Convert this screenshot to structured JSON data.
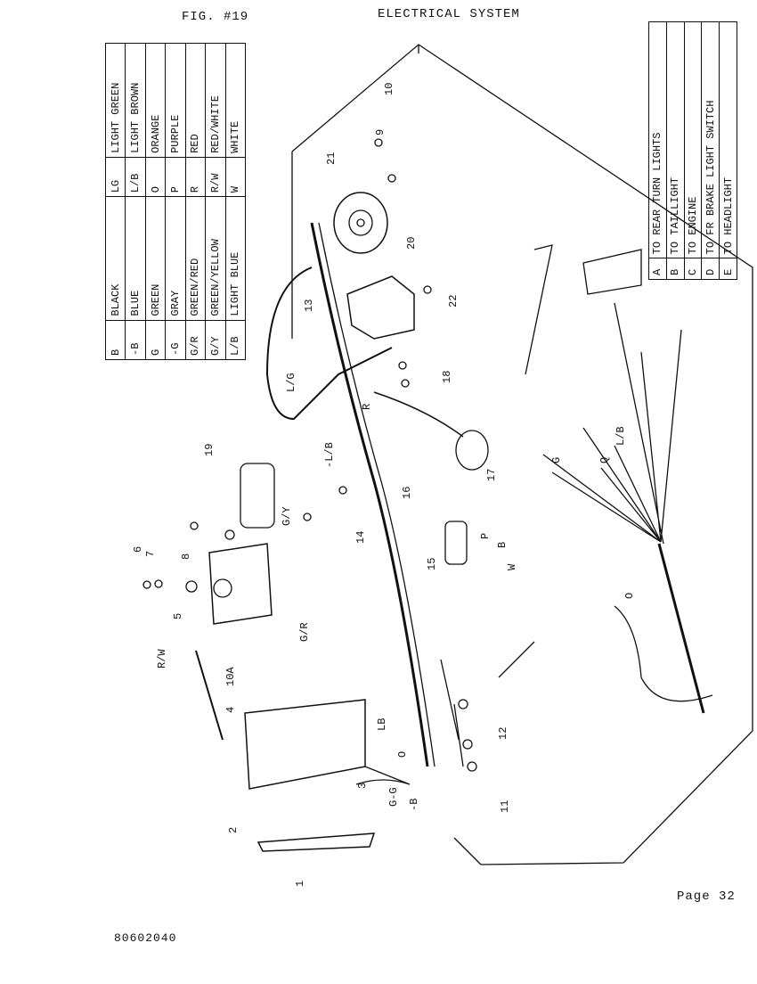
{
  "header": {
    "figure": "FIG. #19",
    "title": "ELECTRICAL SYSTEM"
  },
  "footer": {
    "page": "Page 32",
    "doc_number": "80602040"
  },
  "color_codes": [
    {
      "abbr": "B",
      "name": "BLACK",
      "abbr2": "LG",
      "name2": "LIGHT GREEN"
    },
    {
      "abbr": "-B",
      "name": "BLUE",
      "abbr2": "L/B",
      "name2": "LIGHT BROWN"
    },
    {
      "abbr": "G",
      "name": "GREEN",
      "abbr2": "O",
      "name2": "ORANGE"
    },
    {
      "abbr": "-G",
      "name": "GRAY",
      "abbr2": "P",
      "name2": "PURPLE"
    },
    {
      "abbr": "G/R",
      "name": "GREEN/RED",
      "abbr2": "R",
      "name2": "RED"
    },
    {
      "abbr": "G/Y",
      "name": "GREEN/YELLOW",
      "abbr2": "R/W",
      "name2": "RED/WHITE"
    },
    {
      "abbr": "L/B",
      "name": "LIGHT BLUE",
      "abbr2": "W",
      "name2": "WHITE"
    }
  ],
  "connector_legend": [
    {
      "key": "A",
      "desc": "TO REAR TURN LIGHTS"
    },
    {
      "key": "B",
      "desc": "TO TAILLIGHT"
    },
    {
      "key": "C",
      "desc": "TO ENGINE"
    },
    {
      "key": "D",
      "desc": "TO FR BRAKE LIGHT SWITCH"
    },
    {
      "key": "E",
      "desc": "TO HEADLIGHT"
    }
  ],
  "part_numbers": [
    "1",
    "2",
    "3",
    "4",
    "5",
    "6",
    "7",
    "8",
    "9",
    "10",
    "10A",
    "11",
    "12",
    "13",
    "14",
    "15",
    "16",
    "17",
    "18",
    "19",
    "20",
    "21",
    "22"
  ],
  "wire_labels": [
    "R/W",
    "L/G",
    "-L/B",
    "G/Y",
    "R",
    "G/R",
    "LB",
    "O",
    "G-G",
    "-B",
    "P",
    "W",
    "B",
    "G",
    "L/B",
    "Q",
    "O"
  ]
}
